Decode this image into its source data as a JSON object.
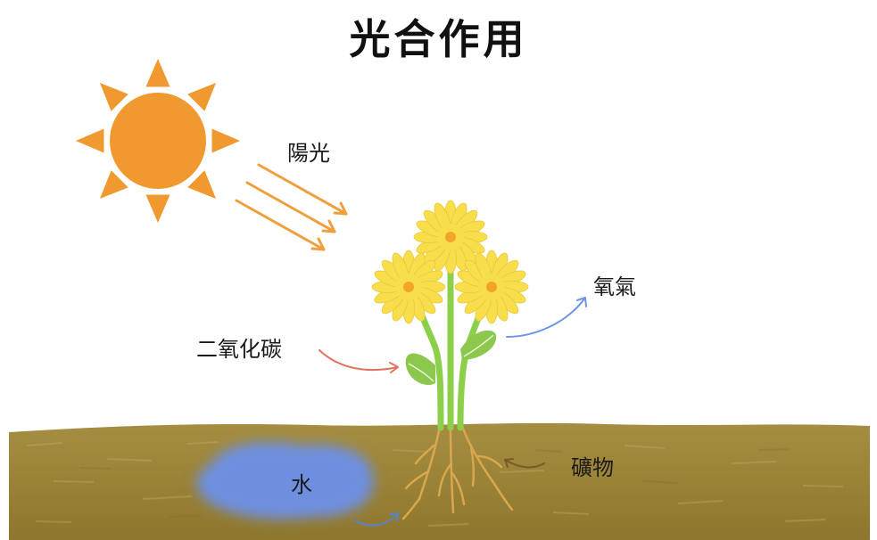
{
  "title": "光合作用",
  "labels": {
    "sunlight": "陽光",
    "oxygen": "氧氣",
    "carbon_dioxide": "二氧化碳",
    "minerals": "礦物",
    "water": "水"
  },
  "colors": {
    "sun": "#F0992F",
    "sun_rays": "#EFA03E",
    "petal": "#F7DE4A",
    "flower_center": "#F2A52A",
    "stem": "#8CD04A",
    "leaf": "#8CC84E",
    "soil": "#9C8538",
    "water": "#6E8FE0",
    "root": "#D8A84E",
    "oxygen_arrow": "#6E96E6",
    "co2_arrow": "#E2735A",
    "minerals_arrow": "#7A5A2A",
    "water_arrow": "#5A82C8"
  }
}
